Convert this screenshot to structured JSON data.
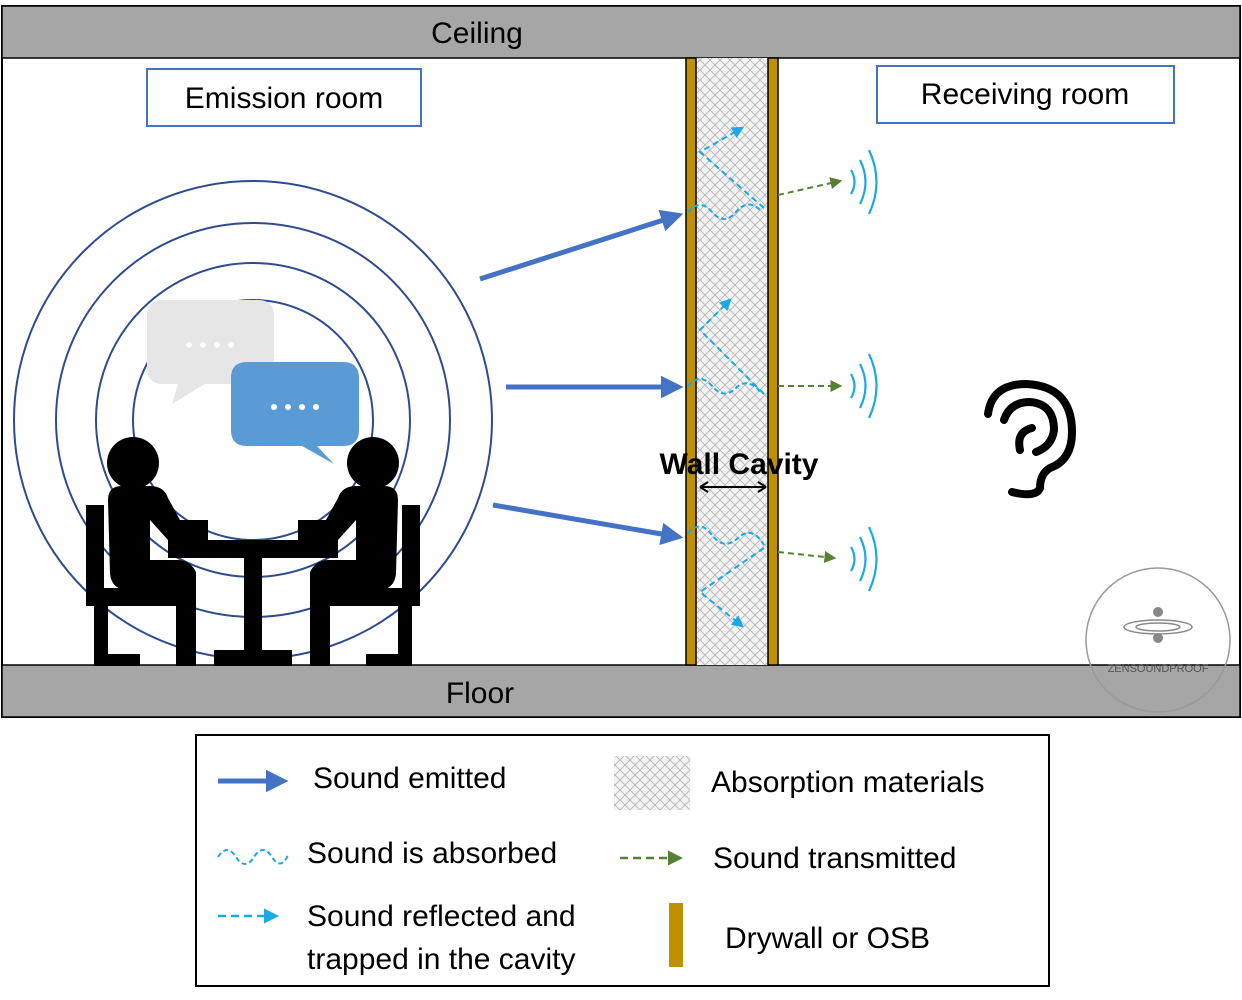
{
  "diagram": {
    "ceiling": "Ceiling",
    "floor": "Floor",
    "emission_room": "Emission room",
    "receiving_room": "Receiving room",
    "wall_cavity": "Wall Cavity",
    "logo_text": "ZENSOUNDPROOF",
    "colors": {
      "sound_emitted": "#4472C4",
      "sound_reflected": "#1AA8E6",
      "sound_transmitted": "#548235",
      "drywall": "#BF9000",
      "slab": "#A6A6A6",
      "label_border": "#4472C4"
    }
  },
  "legend": {
    "sound_emitted": "Sound emitted",
    "sound_absorbed": "Sound is absorbed",
    "sound_reflected_line1": "Sound reflected and",
    "sound_reflected_line2": "trapped in the cavity",
    "absorption_materials": "Absorption materials",
    "sound_transmitted": "Sound transmitted",
    "drywall": "Drywall or OSB"
  }
}
